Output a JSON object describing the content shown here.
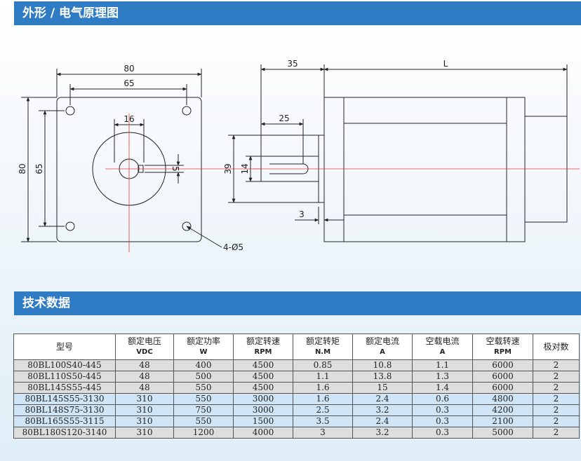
{
  "sections": {
    "outline_title": "外形 / 电气原理图",
    "spec_title": "技术数据"
  },
  "drawing": {
    "front": {
      "overall_width": "80",
      "mount_width": "65",
      "hub_dim": "16",
      "key_dim": "5",
      "overall_height": "80",
      "mount_height": "65",
      "holes": "4-Ø5"
    },
    "side": {
      "shaft_length": "35",
      "body_length": "L",
      "flat_length": "25",
      "flange_dia": "39",
      "shaft_dia": "14",
      "flange_thickness": "3"
    }
  },
  "table": {
    "headers": [
      {
        "label": "型号",
        "unit": ""
      },
      {
        "label": "额定电压",
        "unit": "VDC"
      },
      {
        "label": "额定功率",
        "unit": "W"
      },
      {
        "label": "额定转速",
        "unit": "RPM"
      },
      {
        "label": "额定转矩",
        "unit": "N.M"
      },
      {
        "label": "额定电流",
        "unit": "A"
      },
      {
        "label": "空载电流",
        "unit": "A"
      },
      {
        "label": "空载转速",
        "unit": "RPM"
      },
      {
        "label": "极对数",
        "unit": ""
      }
    ],
    "rows": [
      [
        "80BL100S40-445",
        "48",
        "400",
        "4500",
        "0.85",
        "10.8",
        "1.1",
        "6000",
        "2"
      ],
      [
        "80BL110S50-445",
        "48",
        "500",
        "4500",
        "1.1",
        "13.8",
        "1.3",
        "6000",
        "2"
      ],
      [
        "80BL145S55-445",
        "48",
        "550",
        "4500",
        "1.6",
        "15",
        "1.4",
        "6000",
        "2"
      ],
      [
        "80BL145S55-3130",
        "310",
        "550",
        "3000",
        "1.6",
        "2.4",
        "0.6",
        "4800",
        "2"
      ],
      [
        "80BL148S75-3130",
        "310",
        "750",
        "3000",
        "2.5",
        "3.2",
        "0.3",
        "4200",
        "2"
      ],
      [
        "80BL165S55-3115",
        "310",
        "550",
        "1500",
        "3.5",
        "2.4",
        "0.3",
        "2100",
        "2"
      ],
      [
        "80BL180S120-3140",
        "310",
        "1200",
        "4000",
        "3",
        "3.2",
        "0.3",
        "5000",
        "2"
      ]
    ]
  }
}
